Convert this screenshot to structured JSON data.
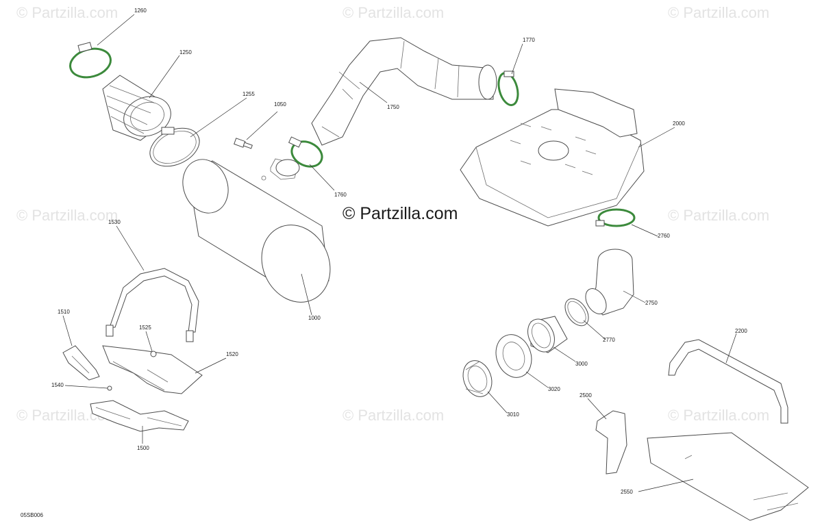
{
  "watermarks": {
    "small": "© Partzilla.com",
    "main": "© Partzilla.com"
  },
  "diagram_code": "05SB006",
  "parts": [
    {
      "ref": "1260"
    },
    {
      "ref": "1250"
    },
    {
      "ref": "1255"
    },
    {
      "ref": "1050"
    },
    {
      "ref": "1770"
    },
    {
      "ref": "1750"
    },
    {
      "ref": "1760"
    },
    {
      "ref": "2000"
    },
    {
      "ref": "2760"
    },
    {
      "ref": "1530"
    },
    {
      "ref": "1000"
    },
    {
      "ref": "1510"
    },
    {
      "ref": "1525"
    },
    {
      "ref": "1520"
    },
    {
      "ref": "1540"
    },
    {
      "ref": "1500"
    },
    {
      "ref": "2750"
    },
    {
      "ref": "2770"
    },
    {
      "ref": "3000"
    },
    {
      "ref": "2200"
    },
    {
      "ref": "3020"
    },
    {
      "ref": "3010"
    },
    {
      "ref": "2500"
    },
    {
      "ref": "2550"
    }
  ],
  "colors": {
    "line": "#4a4a4a",
    "clamp": "#3c8a3c",
    "watermark": "#e3e3e3",
    "text": "#1a1a1a"
  }
}
